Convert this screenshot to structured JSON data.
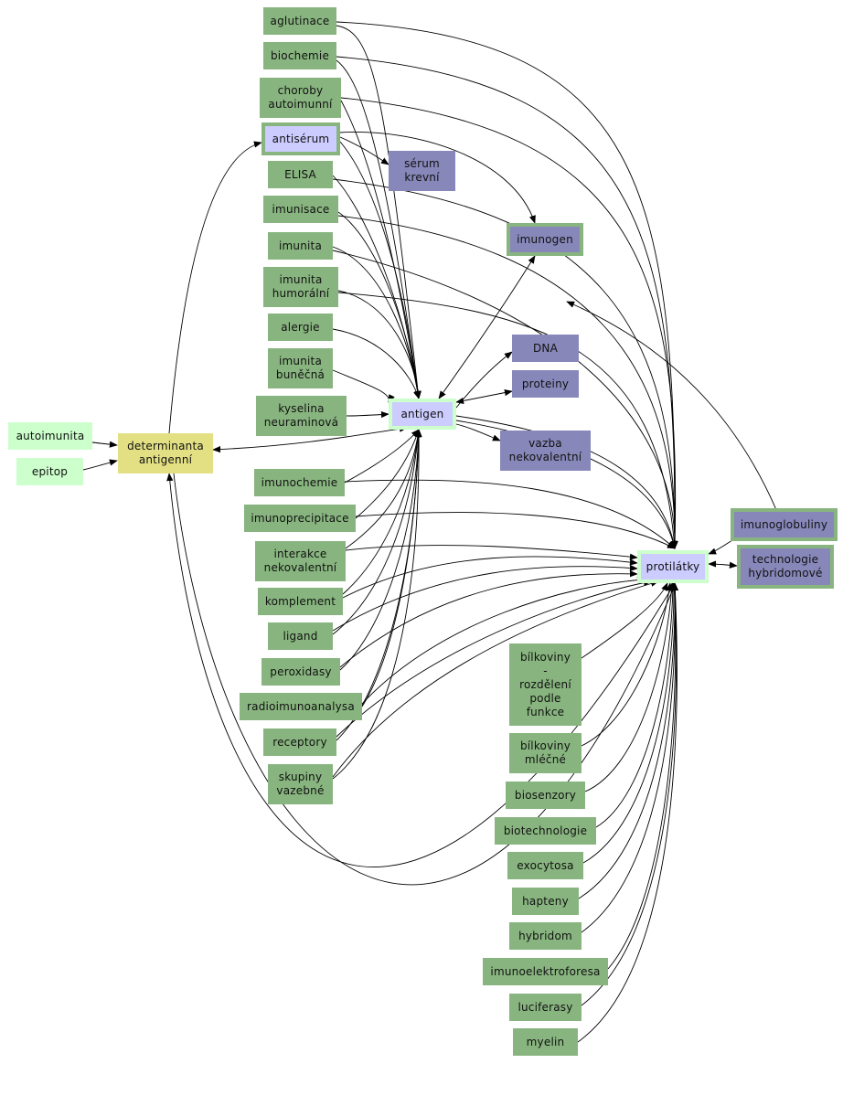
{
  "nodes": {
    "autoimunita": "autoimunita",
    "epitop": "epitop",
    "determinanta": "determinanta\nantigenní",
    "aglutinace": "aglutinace",
    "biochemie": "biochemie",
    "choroby": "choroby\nautoimunní",
    "antiserum": "antisérum",
    "elisa": "ELISA",
    "imunisace": "imunisace",
    "imunita": "imunita",
    "imunita_humoralni": "imunita\nhumorální",
    "alergie": "alergie",
    "imunita_bunecna": "imunita\nbuněčná",
    "kyselina": "kyselina\nneuraminová",
    "serum": "sérum\nkrevní",
    "imunogen": "imunogen",
    "dna": "DNA",
    "proteiny": "proteiny",
    "antigen": "antigen",
    "vazba": "vazba\nnekovalentní",
    "imunochemie": "imunochemie",
    "imunoprecipitace": "imunoprecipitace",
    "interakce": "interakce\nnekovalentní",
    "komplement": "komplement",
    "ligand": "ligand",
    "peroxidasy": "peroxidasy",
    "radioimunoanalysa": "radioimunoanalysa",
    "receptory": "receptory",
    "skupiny": "skupiny\nvazebné",
    "protilatky": "protilátky",
    "imunoglobuliny": "imunoglobuliny",
    "technologie": "technologie\nhybridomové",
    "bilkoviny_rozdeleni": "bílkoviny\n-\nrozdělení\npodle\nfunkce",
    "bilkoviny_mlecne": "bílkoviny\nmléčné",
    "biosenzory": "biosenzory",
    "biotechnologie": "biotechnologie",
    "exocytosa": "exocytosa",
    "hapteny": "hapteny",
    "hybridom": "hybridom",
    "imunoelektroforesa": "imunoelektroforesa",
    "luciferasy": "luciferasy",
    "myelin": "myelin"
  }
}
